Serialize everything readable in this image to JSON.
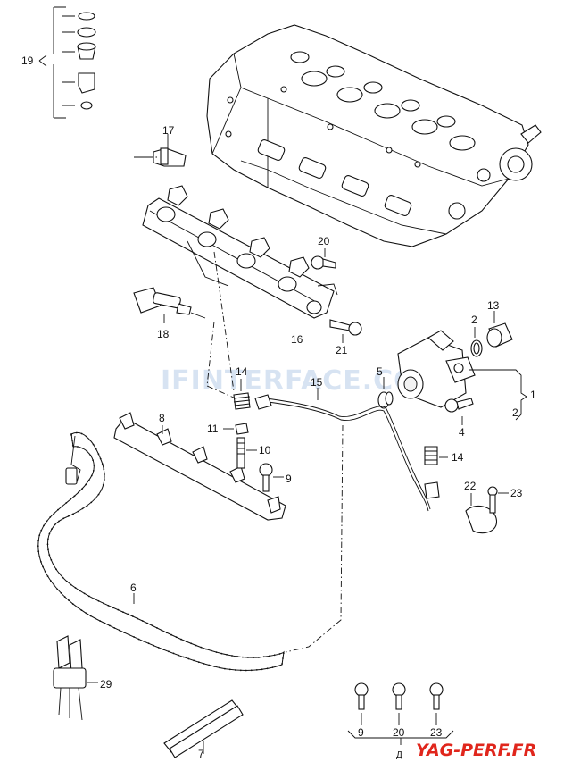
{
  "watermark": "IFINTERFACE.COM",
  "brand_logo": "YAG-PERF.FR",
  "figure_code": "Д",
  "callouts": {
    "p19": "19",
    "p17": "17",
    "p20a": "20",
    "p13": "13",
    "p2a": "2",
    "p18": "18",
    "p16": "16",
    "p21": "21",
    "p14a": "14",
    "p15": "15",
    "p5": "5",
    "p1": "1",
    "p2b": "2",
    "p8": "8",
    "p11": "11",
    "p10": "10",
    "p9a": "9",
    "p4": "4",
    "p14b": "14",
    "p22": "22",
    "p23a": "23",
    "p6": "6",
    "p29": "29",
    "p7": "7",
    "p9b": "9",
    "p20b": "20",
    "p23b": "23"
  }
}
